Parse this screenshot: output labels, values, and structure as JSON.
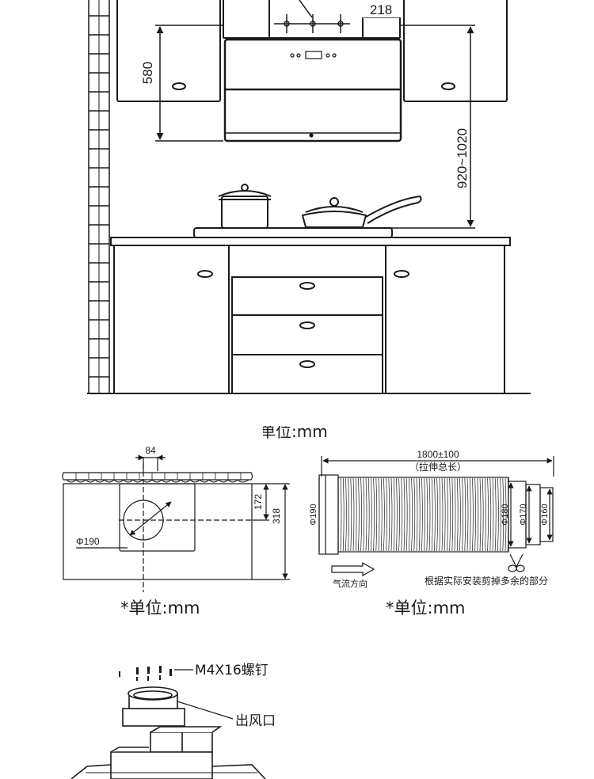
{
  "top_diagram": {
    "dim_218": "218",
    "dim_580": "580",
    "dim_920_1020": "920~1020",
    "unit_partial": "*单位:mm"
  },
  "mount_diagram": {
    "dim_84": "84",
    "dim_172": "172",
    "dim_318": "318",
    "dia_190": "Φ190",
    "unit": "*单位:mm"
  },
  "duct_diagram": {
    "length": "1800±100",
    "length_note": "（拉伸总长）",
    "dia_190": "Φ190",
    "dia_180": "Φ180",
    "dia_170": "Φ170",
    "dia_160": "Φ160",
    "airflow": "气流方向",
    "cut_note": "根据实际安装剪掉多余的部分",
    "unit": "*单位:mm"
  },
  "assembly_diagram": {
    "screw": "M4X16螺钉",
    "outlet": "出风口"
  },
  "colors": {
    "line": "#1a1a1a",
    "fill": "#ffffff"
  }
}
